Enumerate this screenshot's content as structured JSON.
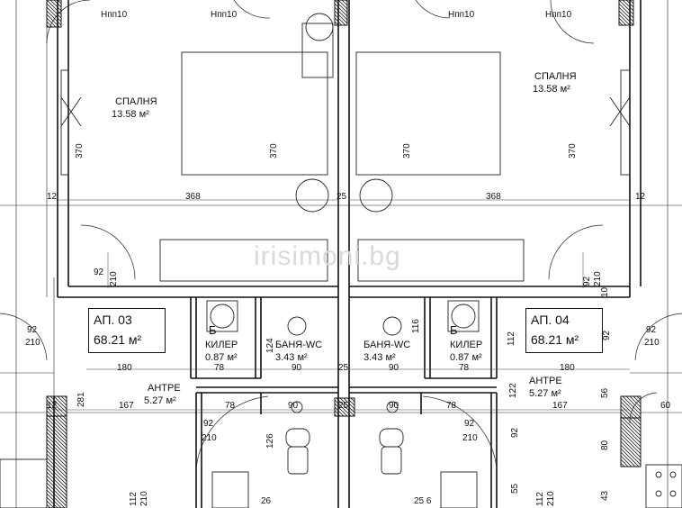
{
  "watermark": "irisimoni.bg",
  "apartments": [
    {
      "id": "AП. 03",
      "area": "68.21 м²"
    },
    {
      "id": "AП. 04",
      "area": "68.21 м²"
    }
  ],
  "rooms": {
    "bedroom_left": {
      "name": "СПАЛНЯ",
      "area": "13.58 м²"
    },
    "bedroom_right": {
      "name": "СПАЛНЯ",
      "area": "13.58 м²"
    },
    "closet_left": {
      "name": "КИЛЕР",
      "area": "0.87 м²",
      "mark": "Б"
    },
    "closet_right": {
      "name": "КИЛЕР",
      "area": "0.87 м²",
      "mark": "Б"
    },
    "bath_left": {
      "name": "БАНЯ-WC",
      "area": "3.43 м²"
    },
    "bath_right": {
      "name": "БАНЯ-WC",
      "area": "3.43 м²"
    },
    "hall_left": {
      "name": "AНТРЕ",
      "area": "5.27 м²"
    },
    "hall_right": {
      "name": "AНТРЕ",
      "area": "5.27 м²"
    }
  },
  "labels": {
    "hnp": "Hпп10",
    "d370": "370",
    "d368": "368",
    "d25": "25",
    "d12": "12",
    "d92": "92",
    "d210": "210",
    "d180": "180",
    "d167": "167",
    "d78": "78",
    "d90": "90",
    "d124": "124",
    "d116": "116",
    "d112": "112",
    "d281": "281",
    "d126": "126",
    "d122": "122",
    "d56": "56",
    "d80": "80",
    "d55": "55",
    "d43": "43",
    "d60": "60",
    "d10": "10",
    "d26": "26",
    "d256": "25 6"
  }
}
